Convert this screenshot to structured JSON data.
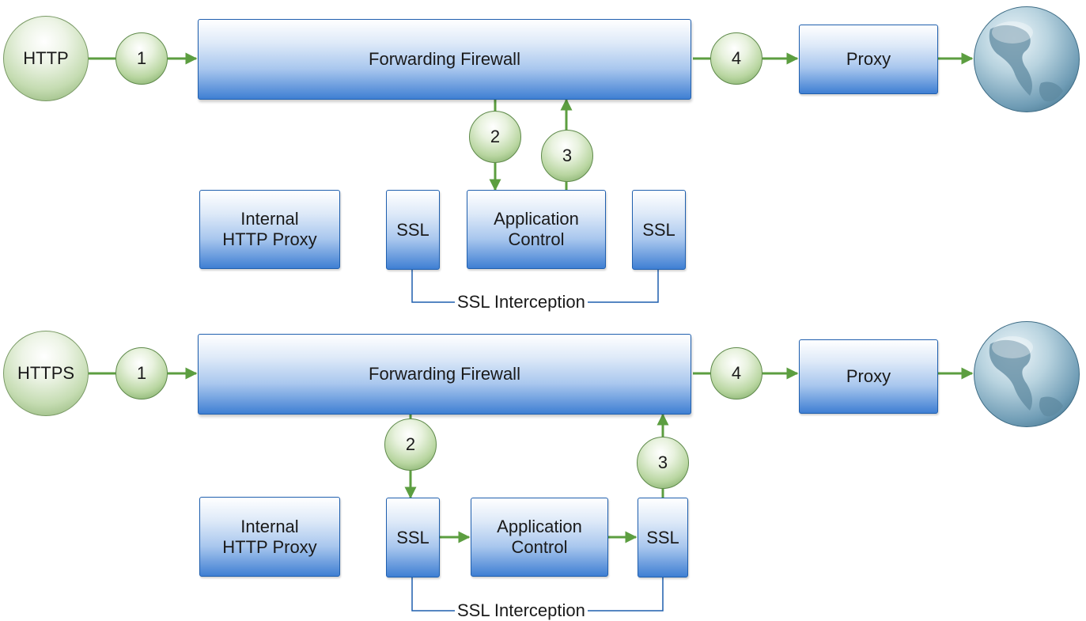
{
  "diagrams": [
    {
      "source": "HTTP",
      "firewall": "Forwarding Firewall",
      "proxy": "Proxy",
      "internal_proxy": "Internal\nHTTP Proxy",
      "ssl_left": "SSL",
      "app_control": "Application\nControl",
      "ssl_right": "SSL",
      "ssl_interception": "SSL Interception",
      "steps": [
        "1",
        "2",
        "3",
        "4"
      ]
    },
    {
      "source": "HTTPS",
      "firewall": "Forwarding Firewall",
      "proxy": "Proxy",
      "internal_proxy": "Internal\nHTTP Proxy",
      "ssl_left": "SSL",
      "app_control": "Application\nControl",
      "ssl_right": "SSL",
      "ssl_interception": "SSL Interception",
      "steps": [
        "1",
        "2",
        "3",
        "4"
      ]
    }
  ],
  "icons": {
    "internet": "globe-icon"
  },
  "colors": {
    "box_border": "#1f5fae",
    "arrow": "#5c9e40",
    "step_circle": "#8fbf73"
  }
}
